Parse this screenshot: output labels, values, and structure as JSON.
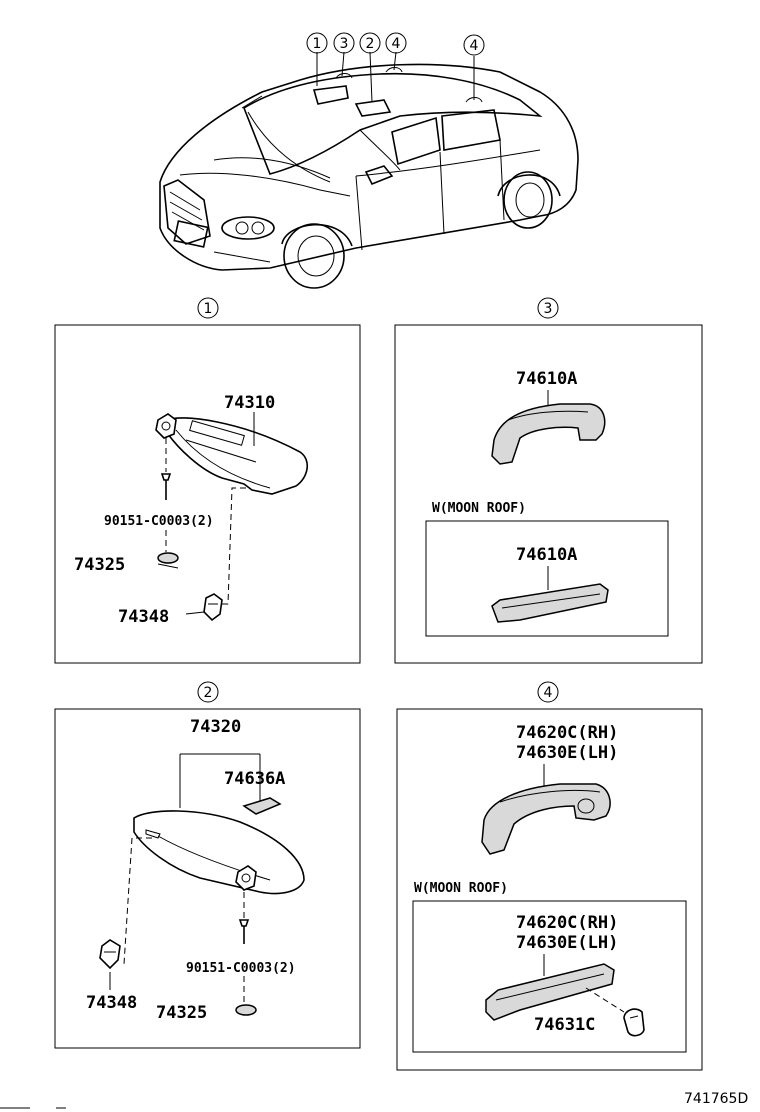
{
  "car_callouts": [
    {
      "id": "callout-1",
      "text": "1"
    },
    {
      "id": "callout-3",
      "text": "3"
    },
    {
      "id": "callout-2",
      "text": "2"
    },
    {
      "id": "callout-4a",
      "text": "4"
    },
    {
      "id": "callout-4b",
      "text": "4"
    }
  ],
  "panel_1": {
    "circle": "1",
    "visor_part": "74310",
    "screw_part": "90151-C0003(2)",
    "cover_part": "74325",
    "holder_part": "74348"
  },
  "panel_3": {
    "circle": "3",
    "grip_part": "74610A",
    "moon_roof_label": "W(MOON ROOF)",
    "moon_grip_part": "74610A"
  },
  "panel_2": {
    "circle": "2",
    "visor_part": "74320",
    "lamp_part": "74636A",
    "holder_part": "74348",
    "screw_part": "90151-C0003(2)",
    "cover_part": "74325"
  },
  "panel_4": {
    "circle": "4",
    "grip_rh": "74620C(RH)",
    "grip_lh": "74630E(LH)",
    "moon_roof_label": "W(MOON ROOF)",
    "moon_grip_rh": "74620C(RH)",
    "moon_grip_lh": "74630E(LH)",
    "hook_part": "74631C"
  },
  "footer_code": "741765D"
}
